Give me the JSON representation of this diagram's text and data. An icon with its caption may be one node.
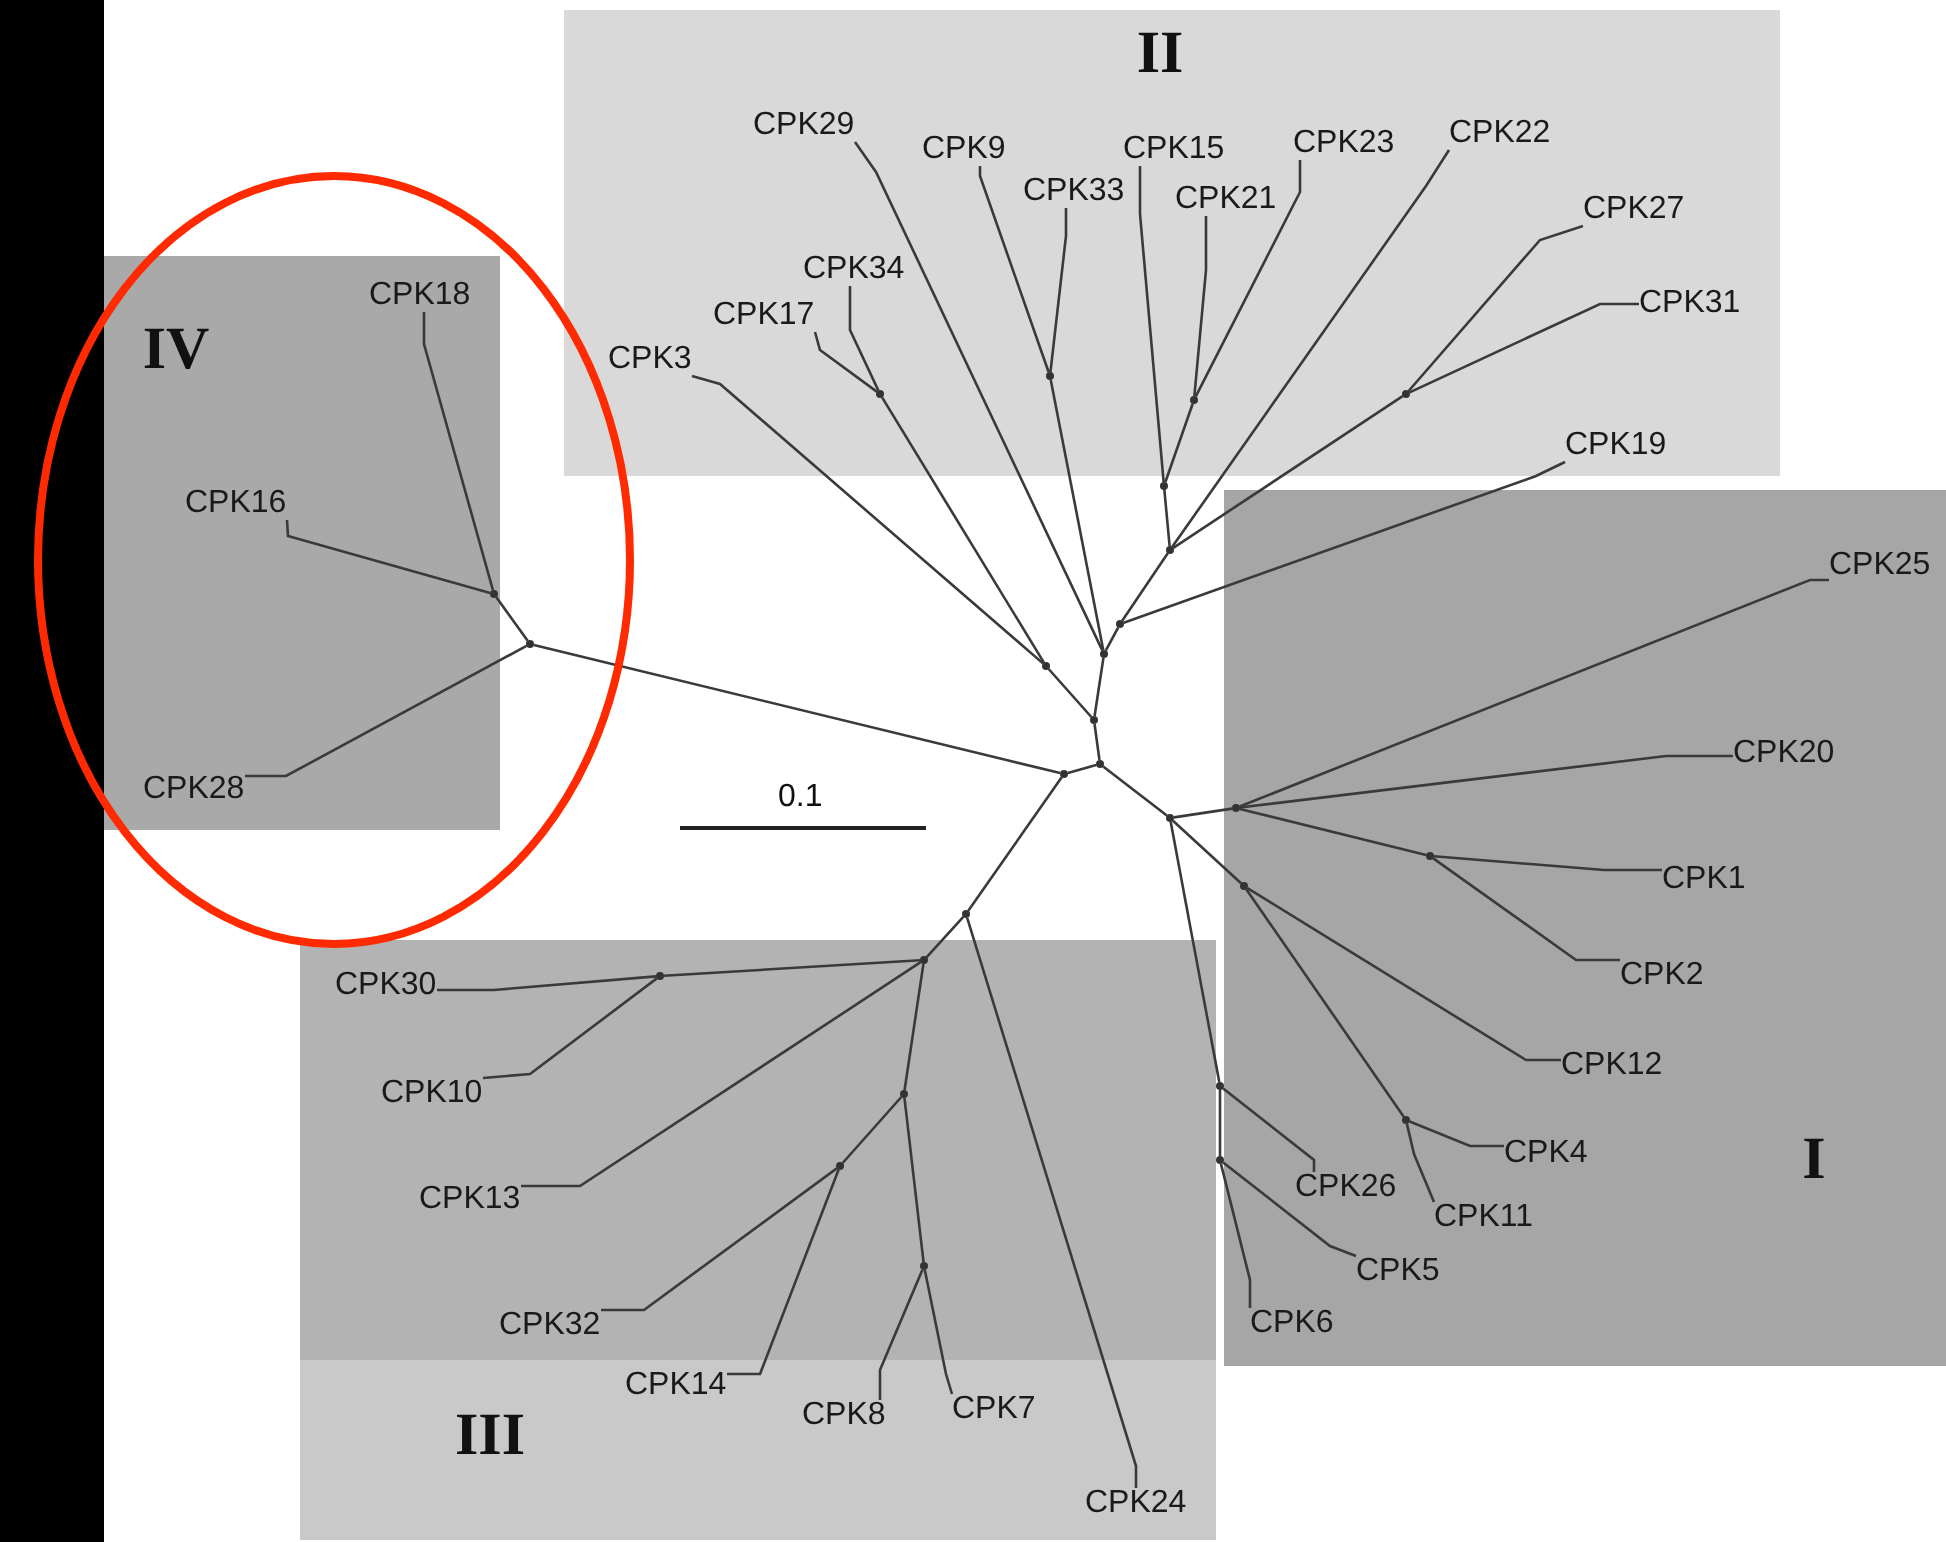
{
  "diagram": {
    "nodes": [
      {
        "text": [
          "II"
        ]
      },
      {
        "text": [
          "IV"
        ]
      },
      {
        "text": [
          "I"
        ]
      },
      {
        "text": [
          "III"
        ]
      },
      {
        "text": [
          "CPK29"
        ],
        "in": 0
      },
      {
        "text": [
          "CPK9"
        ],
        "in": 0
      },
      {
        "text": [
          "CPK15"
        ],
        "in": 0
      },
      {
        "text": [
          "CPK23"
        ],
        "in": 0
      },
      {
        "text": [
          "CPK22"
        ],
        "in": 0
      },
      {
        "text": [
          "CPK33"
        ],
        "in": 0
      },
      {
        "text": [
          "CPK21"
        ],
        "in": 0
      },
      {
        "text": [
          "CPK27"
        ],
        "in": 0
      },
      {
        "text": [
          "CPK31"
        ],
        "in": 0
      },
      {
        "text": [
          "CPK34"
        ],
        "in": 0
      },
      {
        "text": [
          "CPK17"
        ],
        "in": 0
      },
      {
        "text": [
          "CPK3"
        ],
        "in": 0
      },
      {
        "text": [
          "CPK19"
        ],
        "in": 0
      },
      {
        "text": [
          "CPK18"
        ],
        "in": 1
      },
      {
        "text": [
          "CPK16"
        ],
        "in": 1
      },
      {
        "text": [
          "CPK28"
        ],
        "in": 1
      },
      {
        "text": [
          "CPK25"
        ],
        "in": 2
      },
      {
        "text": [
          "CPK20"
        ],
        "in": 2
      },
      {
        "text": [
          "CPK1"
        ],
        "in": 2
      },
      {
        "text": [
          "CPK2"
        ],
        "in": 2
      },
      {
        "text": [
          "CPK12"
        ],
        "in": 2
      },
      {
        "text": [
          "CPK4"
        ],
        "in": 2
      },
      {
        "text": [
          "CPK26"
        ],
        "in": 2
      },
      {
        "text": [
          "CPK11"
        ],
        "in": 2
      },
      {
        "text": [
          "CPK5"
        ],
        "in": 2
      },
      {
        "text": [
          "CPK6"
        ],
        "in": 2
      },
      {
        "text": [
          "CPK30"
        ],
        "in": 3
      },
      {
        "text": [
          "CPK10"
        ],
        "in": 3
      },
      {
        "text": [
          "CPK13"
        ],
        "in": 3
      },
      {
        "text": [
          "CPK32"
        ],
        "in": 3
      },
      {
        "text": [
          "CPK14"
        ],
        "in": 3
      },
      {
        "text": [
          "CPK8"
        ],
        "in": 3
      },
      {
        "text": [
          "CPK7"
        ],
        "in": 3
      },
      {
        "text": [
          "CPK24"
        ],
        "in": 3
      },
      {
        "text": [],
        "shape": "point"
      },
      {
        "text": [],
        "shape": "point"
      },
      {
        "text": [],
        "shape": "point"
      },
      {
        "text": [],
        "shape": "point",
        "in": 1
      },
      {
        "text": [],
        "shape": "point"
      },
      {
        "text": [],
        "shape": "point",
        "in": 3
      },
      {
        "text": [],
        "shape": "point",
        "in": 3
      },
      {
        "text": [],
        "shape": "point",
        "in": 3
      },
      {
        "text": [],
        "shape": "point",
        "in": 3
      },
      {
        "text": [],
        "shape": "point",
        "in": 3
      },
      {
        "text": [],
        "shape": "point"
      },
      {
        "text": [],
        "shape": "point",
        "in": 2
      },
      {
        "text": [],
        "shape": "point",
        "in": 2
      },
      {
        "text": [],
        "shape": "point",
        "in": 2
      },
      {
        "text": [],
        "shape": "point",
        "in": 2
      },
      {
        "text": [],
        "shape": "point"
      },
      {
        "text": [],
        "shape": "point"
      },
      {
        "text": [],
        "shape": "point"
      },
      {
        "text": [],
        "shape": "point"
      },
      {
        "text": [],
        "shape": "point",
        "in": 0
      },
      {
        "text": [],
        "shape": "point"
      },
      {
        "text": [],
        "shape": "point",
        "in": 0
      },
      {
        "text": [],
        "shape": "point"
      },
      {
        "text": [],
        "shape": "point"
      },
      {
        "text": [],
        "shape": "point"
      },
      {
        "text": [],
        "shape": "point",
        "in": 0
      },
      {
        "text": [],
        "shape": "point",
        "in": 0
      }
    ],
    "edges": [
      {
        "from": 38,
        "to": 39,
        "arrow": "none"
      },
      {
        "from": 38,
        "to": 48,
        "arrow": "none"
      },
      {
        "from": 38,
        "to": 55,
        "arrow": "none"
      },
      {
        "from": 39,
        "to": 40,
        "arrow": "none"
      },
      {
        "from": 39,
        "to": 42,
        "arrow": "none"
      },
      {
        "from": 40,
        "to": 41,
        "arrow": "none"
      },
      {
        "from": 40,
        "to": 19,
        "arrow": "none"
      },
      {
        "from": 41,
        "to": 17,
        "arrow": "none"
      },
      {
        "from": 41,
        "to": 18,
        "arrow": "none"
      },
      {
        "from": 42,
        "to": 37,
        "arrow": "none"
      },
      {
        "from": 42,
        "to": 43,
        "arrow": "none"
      },
      {
        "from": 43,
        "to": 44,
        "arrow": "none"
      },
      {
        "from": 43,
        "to": 32,
        "arrow": "none"
      },
      {
        "from": 43,
        "to": 45,
        "arrow": "none"
      },
      {
        "from": 44,
        "to": 30,
        "arrow": "none"
      },
      {
        "from": 44,
        "to": 31,
        "arrow": "none"
      },
      {
        "from": 45,
        "to": 46,
        "arrow": "none"
      },
      {
        "from": 45,
        "to": 47,
        "arrow": "none"
      },
      {
        "from": 46,
        "to": 33,
        "arrow": "none"
      },
      {
        "from": 46,
        "to": 34,
        "arrow": "none"
      },
      {
        "from": 47,
        "to": 35,
        "arrow": "none"
      },
      {
        "from": 47,
        "to": 36,
        "arrow": "none"
      },
      {
        "from": 48,
        "to": 49,
        "arrow": "none"
      },
      {
        "from": 48,
        "to": 51,
        "arrow": "none"
      },
      {
        "from": 48,
        "to": 53,
        "arrow": "none"
      },
      {
        "from": 49,
        "to": 20,
        "arrow": "none"
      },
      {
        "from": 49,
        "to": 21,
        "arrow": "none"
      },
      {
        "from": 49,
        "to": 50,
        "arrow": "none"
      },
      {
        "from": 50,
        "to": 22,
        "arrow": "none"
      },
      {
        "from": 50,
        "to": 23,
        "arrow": "none"
      },
      {
        "from": 51,
        "to": 24,
        "arrow": "none"
      },
      {
        "from": 51,
        "to": 52,
        "arrow": "none"
      },
      {
        "from": 52,
        "to": 25,
        "arrow": "none"
      },
      {
        "from": 52,
        "to": 27,
        "arrow": "none"
      },
      {
        "from": 53,
        "to": 26,
        "arrow": "none"
      },
      {
        "from": 53,
        "to": 54,
        "arrow": "none"
      },
      {
        "from": 54,
        "to": 28,
        "arrow": "none"
      },
      {
        "from": 54,
        "to": 29,
        "arrow": "none"
      },
      {
        "from": 55,
        "to": 56,
        "arrow": "none"
      },
      {
        "from": 55,
        "to": 58,
        "arrow": "none"
      },
      {
        "from": 56,
        "to": 15,
        "arrow": "none"
      },
      {
        "from": 56,
        "to": 57,
        "arrow": "none"
      },
      {
        "from": 57,
        "to": 14,
        "arrow": "none"
      },
      {
        "from": 57,
        "to": 13,
        "arrow": "none"
      },
      {
        "from": 58,
        "to": 4,
        "arrow": "none"
      },
      {
        "from": 58,
        "to": 59,
        "arrow": "none"
      },
      {
        "from": 58,
        "to": 60,
        "arrow": "none"
      },
      {
        "from": 59,
        "to": 5,
        "arrow": "none"
      },
      {
        "from": 59,
        "to": 9,
        "arrow": "none"
      },
      {
        "from": 60,
        "to": 16,
        "arrow": "none"
      },
      {
        "from": 60,
        "to": 61,
        "arrow": "none"
      },
      {
        "from": 61,
        "to": 62,
        "arrow": "none"
      },
      {
        "from": 61,
        "to": 8,
        "arrow": "none"
      },
      {
        "from": 61,
        "to": 64,
        "arrow": "none"
      },
      {
        "from": 62,
        "to": 6,
        "arrow": "none"
      },
      {
        "from": 62,
        "to": 63,
        "arrow": "none"
      },
      {
        "from": 63,
        "to": 10,
        "arrow": "none"
      },
      {
        "from": 63,
        "to": 7,
        "arrow": "none"
      },
      {
        "from": 64,
        "to": 11,
        "arrow": "none"
      },
      {
        "from": 64,
        "to": 12,
        "arrow": "none"
      }
    ],
    "labels": [
      "0.1"
    ]
  }
}
